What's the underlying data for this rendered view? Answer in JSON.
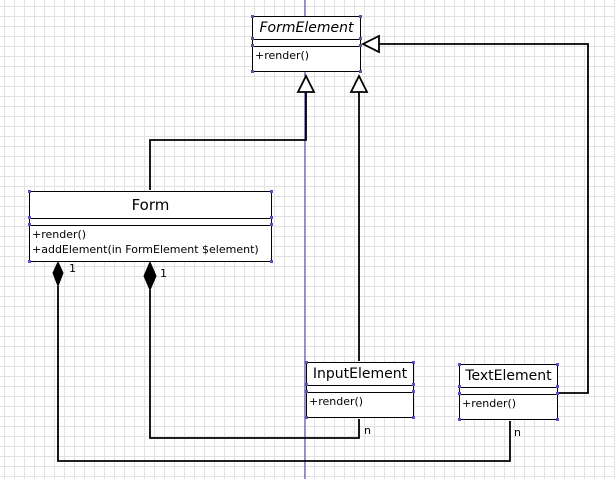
{
  "diagram": {
    "classes": {
      "form_element": {
        "name": "FormElement",
        "abstract": true,
        "ops": [
          "+render()"
        ]
      },
      "form": {
        "name": "Form",
        "ops": [
          "+render()",
          "+addElement(in FormElement $element)"
        ]
      },
      "input_element": {
        "name": "InputElement",
        "ops": [
          "+render()"
        ]
      },
      "text_element": {
        "name": "TextElement",
        "ops": [
          "+render()"
        ]
      }
    },
    "multiplicities": {
      "form_to_text": "1",
      "form_to_input": "1",
      "input_end": "n",
      "text_end": "n"
    },
    "relations": [
      {
        "type": "generalization",
        "from": "Form",
        "to": "FormElement"
      },
      {
        "type": "generalization",
        "from": "InputElement",
        "to": "FormElement"
      },
      {
        "type": "generalization",
        "from": "TextElement",
        "to": "FormElement"
      },
      {
        "type": "composition",
        "from": "Form",
        "to": "InputElement"
      },
      {
        "type": "composition",
        "from": "Form",
        "to": "TextElement"
      }
    ],
    "colors": {
      "line": "#000000",
      "grid": "#e2e2e2",
      "selection_handle": "#5a52b8",
      "guide": "#3a3a9a"
    }
  }
}
